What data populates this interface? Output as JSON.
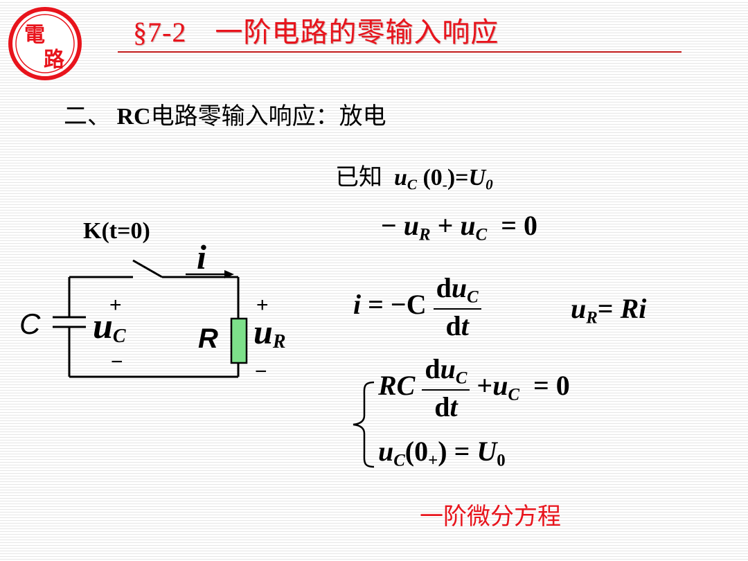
{
  "logo": {
    "glyph_top": "電",
    "glyph_bottom": "路",
    "color": "#e8141c"
  },
  "title": "§7-2　一阶电路的零输入响应",
  "section": {
    "prefix": "二、",
    "bold": "RC",
    "rest": "电路零输入响应：放电"
  },
  "given": {
    "label": "已知",
    "lhs_var": "u",
    "lhs_sub": "C",
    "arg": "(0",
    "arg_sub": "-",
    "rhs": ")=",
    "rhs_var": "U",
    "rhs_sub": "0"
  },
  "eq1": {
    "minus": "−",
    "u1": "u",
    "s1": "R",
    "plus": "+",
    "u2": "u",
    "s2": "C",
    "eq": "= 0"
  },
  "eq2": {
    "lhs": "i",
    "eq": "= −C",
    "num_d": "d",
    "num_u": "u",
    "num_s": "C",
    "den_d": "d",
    "den_t": "t"
  },
  "eq3": {
    "u": "u",
    "s": "R",
    "eq": "= ",
    "rhs": "Ri"
  },
  "system": {
    "row1": {
      "rc": "RC",
      "num_d": "d",
      "num_u": "u",
      "num_s": "C",
      "den_d": "d",
      "den_t": "t",
      "plus": "+",
      "u": "u",
      "s": "C",
      "eq": "= 0"
    },
    "row2": {
      "u": "u",
      "s": "C",
      "arg": "(0",
      "arg_sub": "+",
      "close": ")",
      "eq": "=",
      "U": "U",
      "U_sub": "0"
    }
  },
  "caption": "一阶微分方程",
  "circuit": {
    "switch_label": "K(t=0)",
    "current": "i",
    "cap_label": "C",
    "uc_plus": "+",
    "uc": "u",
    "uc_sub": "C",
    "uc_minus": "−",
    "res_label": "R",
    "ur_plus": "+",
    "ur": "u",
    "ur_sub": "R",
    "ur_minus": "−",
    "resistor_color": "#7de08a"
  }
}
